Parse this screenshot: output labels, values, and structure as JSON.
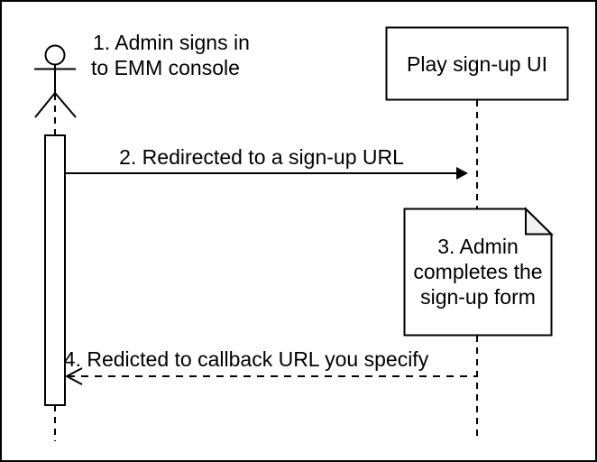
{
  "colors": {
    "stroke": "#000000",
    "background": "#ffffff",
    "note_fold": "#f2f2f2"
  },
  "actor": {
    "label_line1": "1. Admin signs in",
    "label_line2": "to EMM console"
  },
  "participant": {
    "label": "Play sign-up UI"
  },
  "messages": {
    "signup_redirect": {
      "label": "2. Redirected to a sign-up URL"
    },
    "callback_redirect": {
      "label": "4. Redicted to callback URL you specify"
    }
  },
  "note": {
    "line1": "3. Admin",
    "line2": "completes the",
    "line3": "sign-up form"
  }
}
